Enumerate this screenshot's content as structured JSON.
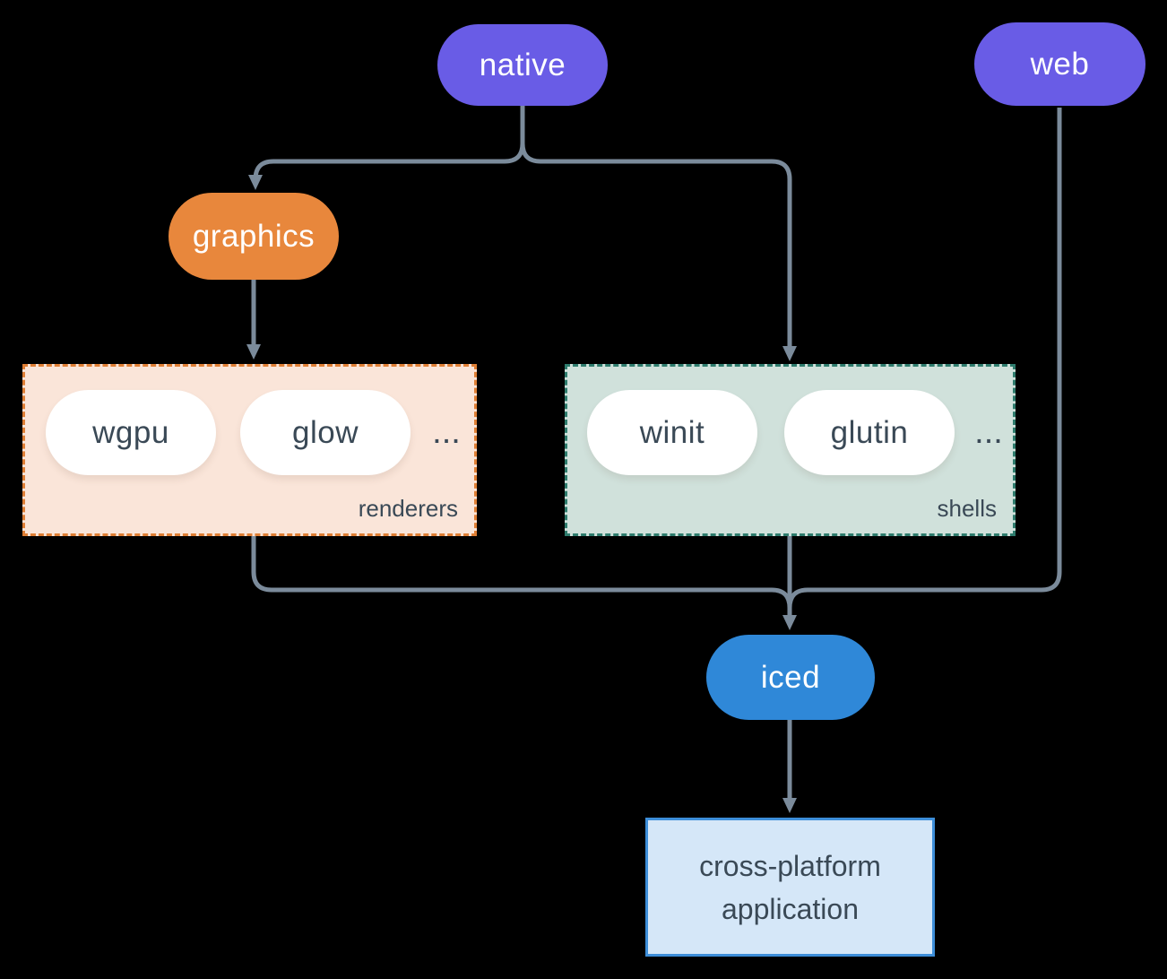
{
  "nodes": {
    "native": "native",
    "web": "web",
    "graphics": "graphics",
    "iced": "iced",
    "app": "cross-platform application"
  },
  "groups": {
    "renderers": {
      "label": "renderers",
      "items": [
        "wgpu",
        "glow"
      ],
      "ellipsis": "..."
    },
    "shells": {
      "label": "shells",
      "items": [
        "winit",
        "glutin"
      ],
      "ellipsis": "..."
    }
  },
  "edges": [
    {
      "from": "native",
      "to": "graphics"
    },
    {
      "from": "native",
      "to": "shells"
    },
    {
      "from": "graphics",
      "to": "renderers"
    },
    {
      "from": "renderers",
      "to": "iced"
    },
    {
      "from": "shells",
      "to": "iced"
    },
    {
      "from": "web",
      "to": "iced"
    },
    {
      "from": "iced",
      "to": "app"
    }
  ],
  "colors": {
    "background": "#000000",
    "purple": "#695ce6",
    "orange": "#e8873c",
    "blue": "#2f88d8",
    "renderers_fill": "#fae5d9",
    "renderers_border": "#df7f35",
    "shells_fill": "#d0e1db",
    "shells_border": "#2e7c6d",
    "app_fill": "#d5e7f8",
    "app_border": "#3d8ed9",
    "pill_fill": "#ffffff",
    "text_dark": "#3a4956",
    "text_light": "#ffffff",
    "connector": "#7b8b9b"
  }
}
